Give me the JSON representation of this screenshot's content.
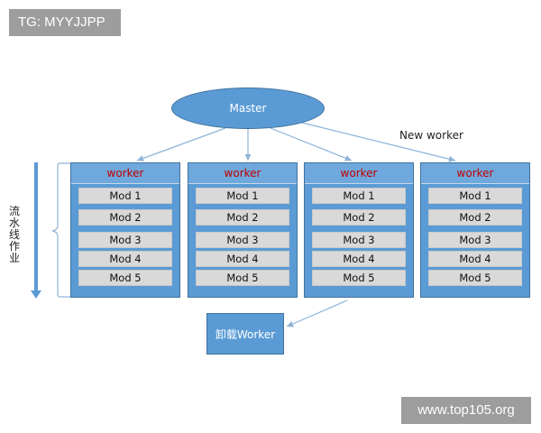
{
  "watermark_tag": "TG: MYYJJPP",
  "watermark_site": "www.top105.org",
  "master_label": "Master",
  "new_worker_label": "New worker",
  "pipeline_label": "流水线作业",
  "unload_label": "卸载Worker",
  "workers": [
    {
      "title": "worker",
      "mods": [
        "Mod 1",
        "Mod 2",
        "Mod 3",
        "Mod 4",
        "Mod 5"
      ]
    },
    {
      "title": "worker",
      "mods": [
        "Mod 1",
        "Mod 2",
        "Mod 3",
        "Mod 4",
        "Mod 5"
      ]
    },
    {
      "title": "worker",
      "mods": [
        "Mod 1",
        "Mod 2",
        "Mod 3",
        "Mod 4",
        "Mod 5"
      ]
    },
    {
      "title": "worker",
      "mods": [
        "Mod 1",
        "Mod 2",
        "Mod 3",
        "Mod 4",
        "Mod 5"
      ]
    }
  ],
  "colors": {
    "box_fill": "#5b9bd5",
    "box_border": "#41719c",
    "worker_title": "#c00000",
    "module_fill": "#d9d9d9",
    "arrow": "#8fb3d9"
  }
}
